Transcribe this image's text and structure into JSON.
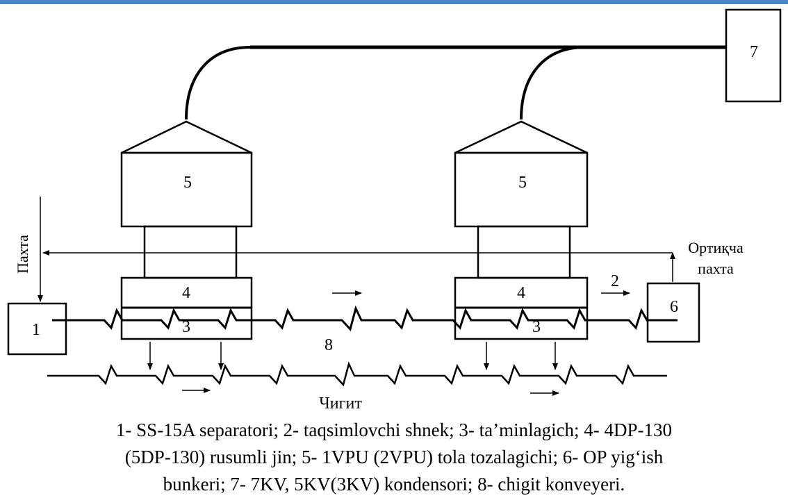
{
  "colors": {
    "top_border": "#4a86c8",
    "line": "#000000"
  },
  "labels": {
    "box1": "1",
    "box5_left": "5",
    "box5_right": "5",
    "box4_left": "4",
    "box4_right": "4",
    "box3_left": "3",
    "box3_right": "3",
    "box6": "6",
    "box7": "7",
    "num2": "2",
    "num8": "8",
    "cotton_in": "Пахта",
    "excess_cotton_line1": "Ортиқча",
    "excess_cotton_line2": "пахта",
    "seeds": "Чигит"
  },
  "caption": {
    "line1": "1- SS-15A separatori; 2- taqsimlovchi shnek; 3- ta’minlagich; 4- 4DP-130",
    "line2": "(5DP-130) rusumli jin; 5- 1VPU (2VPU)  tola tozalagichi; 6- OP yig‘ish",
    "line3": "bunkeri; 7- 7KV, 5KV(3KV) kondensori; 8- chigit konveyeri."
  }
}
